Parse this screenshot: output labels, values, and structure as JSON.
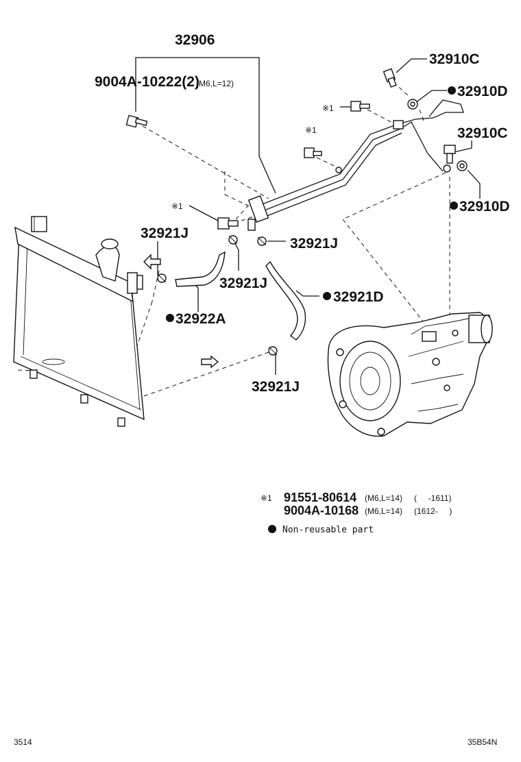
{
  "labels": {
    "p32906": "32906",
    "p9004a_10222": "9004A-10222(2)",
    "p9004a_10222_spec": "(M6,L=12)",
    "p32910c_top": "32910C",
    "p32910d_top": "32910D",
    "p32910c_mid": "32910C",
    "p32910d_bot": "32910D",
    "mark1_a": "※1",
    "mark1_b": "※1",
    "mark1_c": "※1",
    "p32921j_a": "32921J",
    "p32921j_b": "32921J",
    "p32921j_c": "32921J",
    "p32921j_d": "32921J",
    "p32921d": "32921D",
    "p32922a": "32922A"
  },
  "notes": {
    "mark": "※1",
    "row1_part": "91551-80614",
    "row1_spec": "(M6,L=14)",
    "row1_range": "(     -1611)",
    "row2_part": "9004A-10168",
    "row2_spec": "(M6,L=14)",
    "row2_range": "(1612-     )",
    "legend": "Non-reusable part"
  },
  "footer": {
    "left": "3514",
    "right": "35B54N"
  },
  "colors": {
    "ink": "#111111",
    "background": "#ffffff"
  }
}
